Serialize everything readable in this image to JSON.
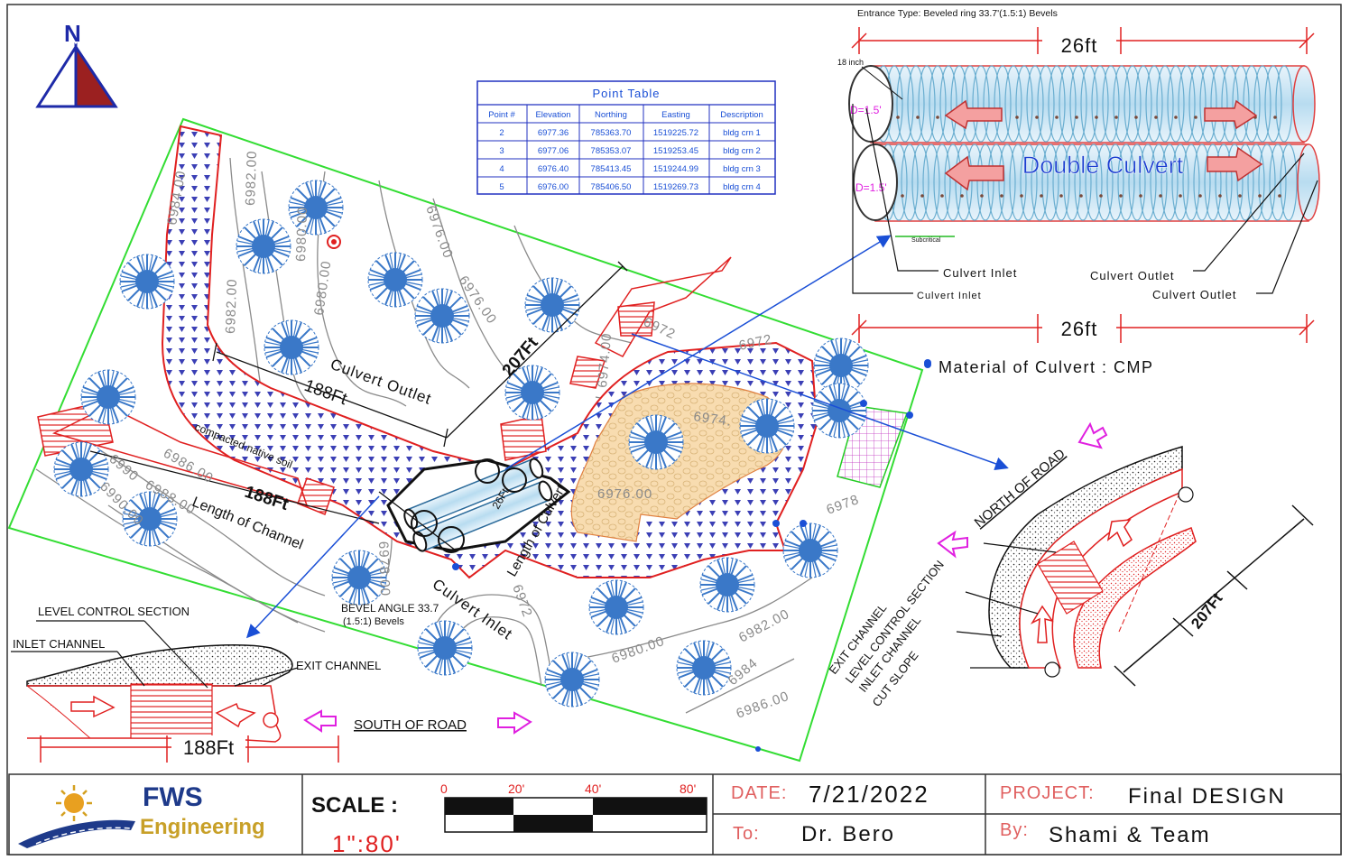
{
  "north_label": "N",
  "entrance_type": "Entrance Type:  Beveled ring 33.7'(1.5:1)   Bevels",
  "point_table": {
    "title": "Point Table",
    "headers": [
      "Point #",
      "Elevation",
      "Northing",
      "Easting",
      "Description"
    ],
    "rows": [
      [
        "2",
        "6977.36",
        "785363.70",
        "1519225.72",
        "bldg  crn  1"
      ],
      [
        "3",
        "6977.06",
        "785353.07",
        "1519253.45",
        "bldg  crn  2"
      ],
      [
        "4",
        "6976.40",
        "785413.45",
        "1519244.99",
        "bldg  crn  3"
      ],
      [
        "5",
        "6976.00",
        "785406.50",
        "1519269.73",
        "bldg  crn   4"
      ]
    ]
  },
  "culvert_detail": {
    "dim_top": "26ft",
    "dim_bottom": "26ft",
    "thickness": "18 inch",
    "diameter_top": "D=1.5'",
    "diameter_bottom": "D=1.5'",
    "title": "Double Culvert",
    "subcritical": "Subcritical",
    "inlet_1": "Culvert  Inlet",
    "inlet_2": "Culvert  Inlet",
    "outlet_1": "Culvert  Outlet",
    "outlet_2": "Culvert  Outlet",
    "material": "Material  of  Culvert  :  CMP"
  },
  "site_plan": {
    "contours": [
      "6984.00",
      "6982.00",
      "6980.00",
      "6980.00",
      "6982.00",
      "6976.00",
      "6976.00",
      "6974.00",
      "6972",
      "6972",
      "6974.",
      "6976.00",
      "6978",
      "6972",
      "6982.00",
      "6980.00",
      "6986.00",
      "6984",
      "6988.00",
      "6986.00",
      "6990",
      "6978.00",
      "6990.00"
    ],
    "culvert_outlet_label": "Culvert  Outlet",
    "culvert_inlet_label": "Culvert  Inlet",
    "dim_188_top": "188Ft",
    "dim_207": "207Ft",
    "dim_188_channel": "188Ft",
    "length_of_channel": "Length  of  Channel",
    "length_of_culvert": "Length of Culvert",
    "dim_26": "26Ft",
    "compacted_soil": "compacted native  soil",
    "bevel_angle_1": "BEVEL  ANGLE  33.7",
    "bevel_angle_2": "(1.5:1)     Bevels"
  },
  "road_labels": {
    "north": "NORTH OF ROAD",
    "south": "SOUTH OF ROAD"
  },
  "left_section": {
    "level_control": "LEVEL  CONTROL  SECTION",
    "inlet": "INLET  CHANNEL",
    "exit": "EXIT  CHANNEL",
    "dim": "188Ft"
  },
  "right_section": {
    "exit": "EXIT  CHANNEL",
    "level_control": "LEVEL  CONTROL  SECTION",
    "inlet": "INLET  CHANNEL",
    "cut_slope": "CUT  SLOPE",
    "dim": "207Ft"
  },
  "title_block": {
    "company_line1": "FWS",
    "company_line2": "Engineering",
    "scale_label": "SCALE :",
    "scale_value": "1\":80'",
    "scale_ticks": [
      "0",
      "20'",
      "40'",
      "80'"
    ],
    "date_label": "DATE:",
    "date_value": "7/21/2022",
    "to_label": "To:",
    "to_value": "Dr.  Bero",
    "project_label": "PROJECT:",
    "project_value": "Final  DESIGN",
    "by_label": "By:",
    "by_value": "Shami  &  Team"
  },
  "colors": {
    "red": "#e02020",
    "blue": "#1a4fd6",
    "green": "#22dd22",
    "magenta": "#e020e0",
    "tree": "#3a78c8",
    "sand": "#f6d9a8",
    "gold": "#c8a028"
  }
}
